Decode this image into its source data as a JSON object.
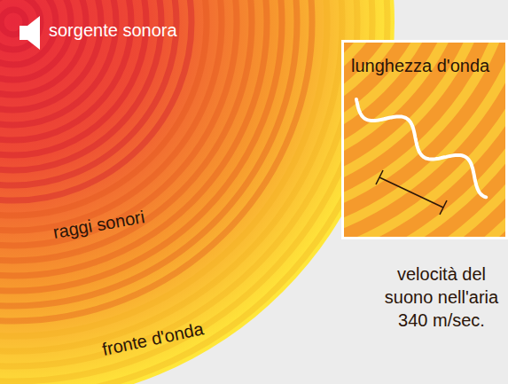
{
  "diagram": {
    "nodes": [
      {
        "text": [
          "lunghezza d'onda"
        ]
      }
    ],
    "labels": [
      "sorgente sonora",
      "raggi sonori",
      "fronte d'onda",
      "velocità del suono nell'aria 340 m/sec."
    ]
  }
}
